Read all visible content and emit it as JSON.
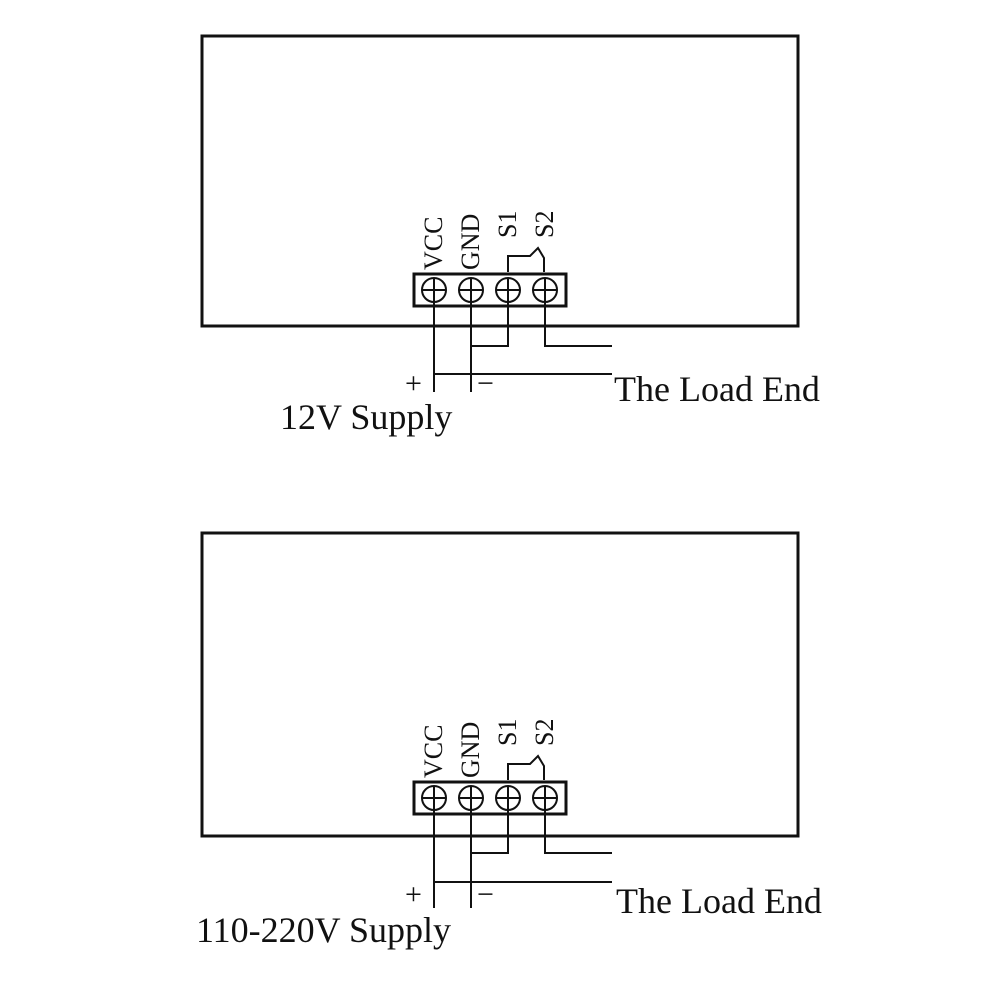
{
  "diagrams": [
    {
      "terminals": [
        "VCC",
        "GND",
        "S1",
        "S2"
      ],
      "plus": "+",
      "minus": "−",
      "supply_label": "12V Supply",
      "load_label": "The Load End"
    },
    {
      "terminals": [
        "VCC",
        "GND",
        "S1",
        "S2"
      ],
      "plus": "+",
      "minus": "−",
      "supply_label": "110-220V Supply",
      "load_label": "The Load End"
    }
  ]
}
